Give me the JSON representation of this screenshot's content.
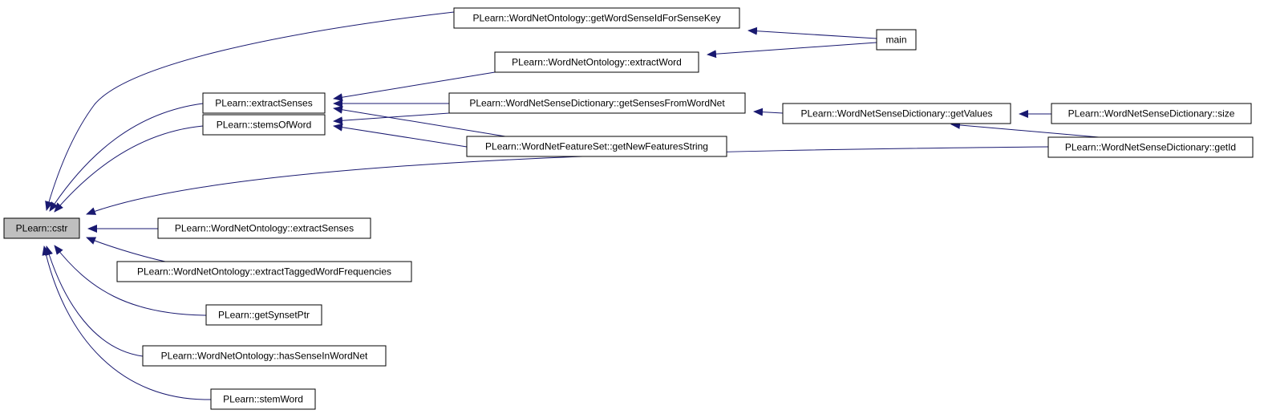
{
  "graph": {
    "edge_color": "#191970",
    "root_fill": "#bfbfbf",
    "nodes": [
      {
        "id": "cstr",
        "label": "PLearn::cstr",
        "root": true
      },
      {
        "id": "getWordSenseIdForSenseKey",
        "label": "PLearn::WordNetOntology::getWordSenseIdForSenseKey"
      },
      {
        "id": "main",
        "label": "main"
      },
      {
        "id": "extractWord",
        "label": "PLearn::WordNetOntology::extractWord"
      },
      {
        "id": "extractSenses",
        "label": "PLearn::extractSenses"
      },
      {
        "id": "getSensesFromWordNet",
        "label": "PLearn::WordNetSenseDictionary::getSensesFromWordNet"
      },
      {
        "id": "getValues",
        "label": "PLearn::WordNetSenseDictionary::getValues"
      },
      {
        "id": "size",
        "label": "PLearn::WordNetSenseDictionary::size"
      },
      {
        "id": "stemsOfWord",
        "label": "PLearn::stemsOfWord"
      },
      {
        "id": "getNewFeaturesString",
        "label": "PLearn::WordNetFeatureSet::getNewFeaturesString"
      },
      {
        "id": "getId",
        "label": "PLearn::WordNetSenseDictionary::getId"
      },
      {
        "id": "ontExtractSenses",
        "label": "PLearn::WordNetOntology::extractSenses"
      },
      {
        "id": "extractTaggedWordFrequencies",
        "label": "PLearn::WordNetOntology::extractTaggedWordFrequencies"
      },
      {
        "id": "getSynsetPtr",
        "label": "PLearn::getSynsetPtr"
      },
      {
        "id": "hasSenseInWordNet",
        "label": "PLearn::WordNetOntology::hasSenseInWordNet"
      },
      {
        "id": "stemWord",
        "label": "PLearn::stemWord"
      }
    ],
    "edges": [
      {
        "from": "getWordSenseIdForSenseKey",
        "to": "cstr"
      },
      {
        "from": "extractSenses",
        "to": "cstr"
      },
      {
        "from": "stemsOfWord",
        "to": "cstr"
      },
      {
        "from": "getId",
        "to": "cstr"
      },
      {
        "from": "ontExtractSenses",
        "to": "cstr"
      },
      {
        "from": "extractTaggedWordFrequencies",
        "to": "cstr"
      },
      {
        "from": "getSynsetPtr",
        "to": "cstr"
      },
      {
        "from": "hasSenseInWordNet",
        "to": "cstr"
      },
      {
        "from": "stemWord",
        "to": "cstr"
      },
      {
        "from": "main",
        "to": "getWordSenseIdForSenseKey"
      },
      {
        "from": "main",
        "to": "extractWord"
      },
      {
        "from": "extractWord",
        "to": "extractSenses"
      },
      {
        "from": "getSensesFromWordNet",
        "to": "extractSenses"
      },
      {
        "from": "getNewFeaturesString",
        "to": "extractSenses"
      },
      {
        "from": "getSensesFromWordNet",
        "to": "stemsOfWord"
      },
      {
        "from": "getNewFeaturesString",
        "to": "stemsOfWord"
      },
      {
        "from": "getValues",
        "to": "getSensesFromWordNet"
      },
      {
        "from": "size",
        "to": "getValues"
      },
      {
        "from": "getId",
        "to": "getValues"
      }
    ]
  }
}
